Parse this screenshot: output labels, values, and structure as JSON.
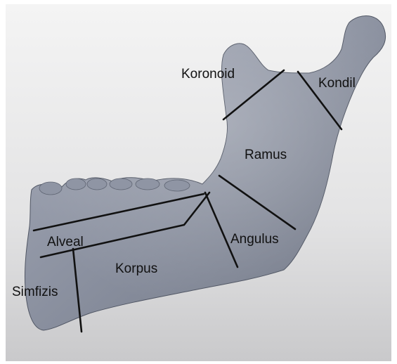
{
  "labels": {
    "koronoid": "Koronoid",
    "kondil": "Kondil",
    "ramus": "Ramus",
    "alveal": "Alveal",
    "angulus": "Angulus",
    "korpus": "Korpus",
    "simfizis": "Simfizis"
  },
  "colors": {
    "background_top": "#eeeeee",
    "background_bottom": "#cfcfd0",
    "bone_light": "#9ea3b1",
    "bone_mid": "#7f8594",
    "bone_dark": "#5c6270",
    "outline": "#111111"
  }
}
